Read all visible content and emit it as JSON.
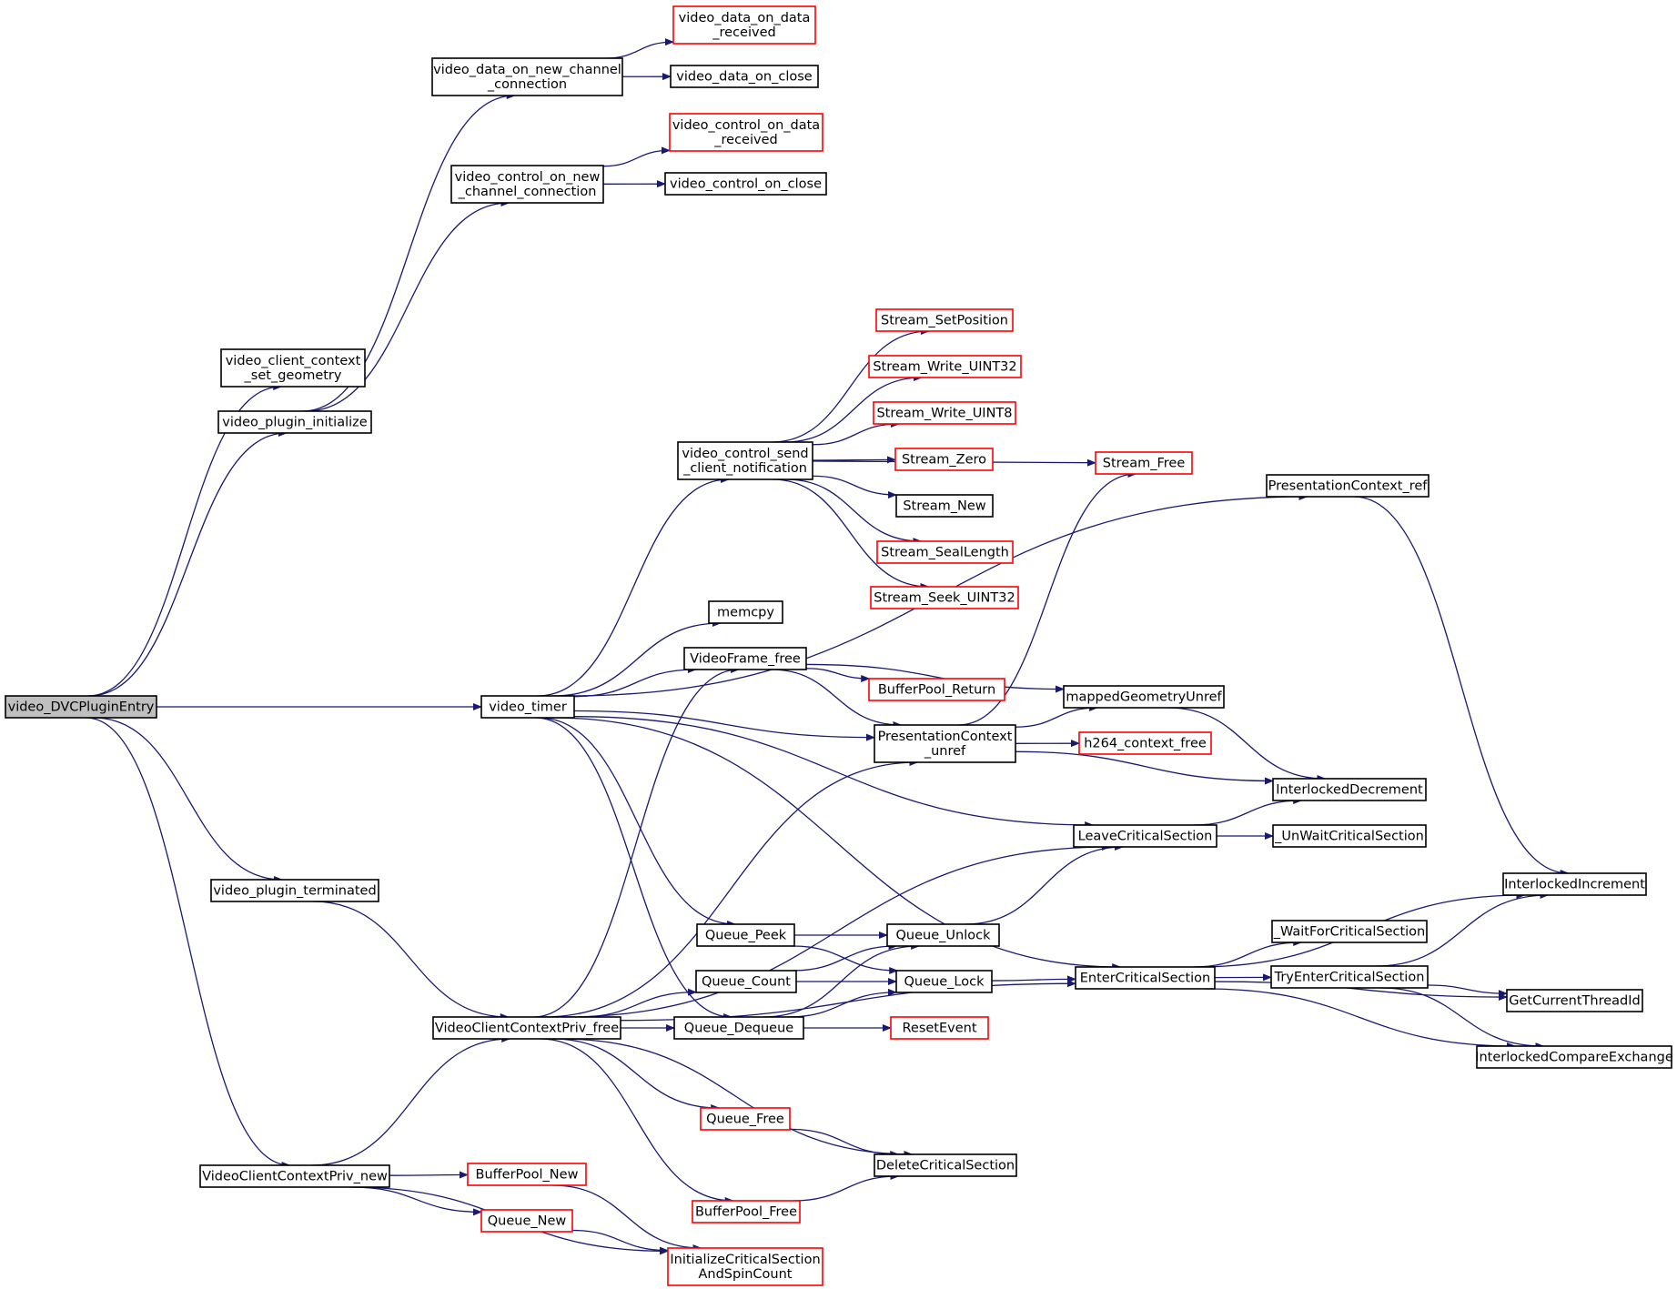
{
  "colors": {
    "edge": "#191970",
    "node_border": "#000000",
    "node_border_truncated": "#ff0000",
    "root_fill": "#bfbfbf",
    "node_fill": "#ffffff"
  },
  "nodes": [
    {
      "id": "video_DVCPluginEntry",
      "lines": [
        "video_DVCPluginEntry"
      ],
      "style": "root"
    },
    {
      "id": "video_client_context_set_geometry",
      "lines": [
        "video_client_context",
        "_set_geometry"
      ],
      "style": "normal"
    },
    {
      "id": "video_plugin_initialize",
      "lines": [
        "video_plugin_initialize"
      ],
      "style": "normal"
    },
    {
      "id": "video_timer",
      "lines": [
        "video_timer"
      ],
      "style": "normal"
    },
    {
      "id": "video_plugin_terminated",
      "lines": [
        "video_plugin_terminated"
      ],
      "style": "normal"
    },
    {
      "id": "VideoClientContextPriv_new",
      "lines": [
        "VideoClientContextPriv_new"
      ],
      "style": "normal"
    },
    {
      "id": "video_data_on_new_channel_connection",
      "lines": [
        "video_data_on_new_channel",
        "_connection"
      ],
      "style": "normal"
    },
    {
      "id": "video_control_on_new_channel_connection",
      "lines": [
        "video_control_on_new",
        "_channel_connection"
      ],
      "style": "normal"
    },
    {
      "id": "video_data_on_data_received",
      "lines": [
        "video_data_on_data",
        "_received"
      ],
      "style": "red"
    },
    {
      "id": "video_data_on_close",
      "lines": [
        "video_data_on_close"
      ],
      "style": "normal"
    },
    {
      "id": "video_control_on_data_received",
      "lines": [
        "video_control_on_data",
        "_received"
      ],
      "style": "red"
    },
    {
      "id": "video_control_on_close",
      "lines": [
        "video_control_on_close"
      ],
      "style": "normal"
    },
    {
      "id": "video_control_send_client_notification",
      "lines": [
        "video_control_send",
        "_client_notification"
      ],
      "style": "normal"
    },
    {
      "id": "Stream_SetPosition",
      "lines": [
        "Stream_SetPosition"
      ],
      "style": "red"
    },
    {
      "id": "Stream_Write_UINT32",
      "lines": [
        "Stream_Write_UINT32"
      ],
      "style": "red"
    },
    {
      "id": "Stream_Write_UINT8",
      "lines": [
        "Stream_Write_UINT8"
      ],
      "style": "red"
    },
    {
      "id": "Stream_Zero",
      "lines": [
        "Stream_Zero"
      ],
      "style": "red"
    },
    {
      "id": "Stream_New",
      "lines": [
        "Stream_New"
      ],
      "style": "normal"
    },
    {
      "id": "Stream_SealLength",
      "lines": [
        "Stream_SealLength"
      ],
      "style": "red"
    },
    {
      "id": "Stream_Seek_UINT32",
      "lines": [
        "Stream_Seek_UINT32"
      ],
      "style": "red"
    },
    {
      "id": "Stream_Free",
      "lines": [
        "Stream_Free"
      ],
      "style": "red"
    },
    {
      "id": "PresentationContext_ref",
      "lines": [
        "PresentationContext_ref"
      ],
      "style": "normal"
    },
    {
      "id": "memcpy",
      "lines": [
        "memcpy"
      ],
      "style": "normal"
    },
    {
      "id": "VideoFrame_free",
      "lines": [
        "VideoFrame_free"
      ],
      "style": "normal"
    },
    {
      "id": "BufferPool_Return",
      "lines": [
        "BufferPool_Return"
      ],
      "style": "red"
    },
    {
      "id": "mappedGeometryUnref",
      "lines": [
        "mappedGeometryUnref"
      ],
      "style": "normal"
    },
    {
      "id": "PresentationContext_unref",
      "lines": [
        "PresentationContext",
        "_unref"
      ],
      "style": "normal"
    },
    {
      "id": "h264_context_free",
      "lines": [
        "h264_context_free"
      ],
      "style": "red"
    },
    {
      "id": "InterlockedDecrement",
      "lines": [
        "InterlockedDecrement"
      ],
      "style": "normal"
    },
    {
      "id": "LeaveCriticalSection",
      "lines": [
        "LeaveCriticalSection"
      ],
      "style": "normal"
    },
    {
      "id": "_UnWaitCriticalSection",
      "lines": [
        "_UnWaitCriticalSection"
      ],
      "style": "normal"
    },
    {
      "id": "InterlockedIncrement",
      "lines": [
        "InterlockedIncrement"
      ],
      "style": "normal"
    },
    {
      "id": "_WaitForCriticalSection",
      "lines": [
        "_WaitForCriticalSection"
      ],
      "style": "normal"
    },
    {
      "id": "Queue_Peek",
      "lines": [
        "Queue_Peek"
      ],
      "style": "normal"
    },
    {
      "id": "Queue_Unlock",
      "lines": [
        "Queue_Unlock"
      ],
      "style": "normal"
    },
    {
      "id": "Queue_Count",
      "lines": [
        "Queue_Count"
      ],
      "style": "normal"
    },
    {
      "id": "Queue_Lock",
      "lines": [
        "Queue_Lock"
      ],
      "style": "normal"
    },
    {
      "id": "EnterCriticalSection",
      "lines": [
        "EnterCriticalSection"
      ],
      "style": "normal"
    },
    {
      "id": "TryEnterCriticalSection",
      "lines": [
        "TryEnterCriticalSection"
      ],
      "style": "normal"
    },
    {
      "id": "GetCurrentThreadId",
      "lines": [
        "GetCurrentThreadId"
      ],
      "style": "normal"
    },
    {
      "id": "VideoClientContextPriv_free",
      "lines": [
        "VideoClientContextPriv_free"
      ],
      "style": "normal"
    },
    {
      "id": "Queue_Dequeue",
      "lines": [
        "Queue_Dequeue"
      ],
      "style": "normal"
    },
    {
      "id": "ResetEvent",
      "lines": [
        "ResetEvent"
      ],
      "style": "red"
    },
    {
      "id": "InterlockedCompareExchange",
      "lines": [
        "InterlockedCompareExchange"
      ],
      "style": "normal"
    },
    {
      "id": "Queue_Free",
      "lines": [
        "Queue_Free"
      ],
      "style": "red"
    },
    {
      "id": "DeleteCriticalSection",
      "lines": [
        "DeleteCriticalSection"
      ],
      "style": "normal"
    },
    {
      "id": "BufferPool_New",
      "lines": [
        "BufferPool_New"
      ],
      "style": "red"
    },
    {
      "id": "BufferPool_Free",
      "lines": [
        "BufferPool_Free"
      ],
      "style": "red"
    },
    {
      "id": "Queue_New",
      "lines": [
        "Queue_New"
      ],
      "style": "red"
    },
    {
      "id": "InitializeCriticalSectionAndSpinCount",
      "lines": [
        "InitializeCriticalSection",
        "AndSpinCount"
      ],
      "style": "red"
    }
  ],
  "edges": [
    [
      "video_DVCPluginEntry",
      "video_client_context_set_geometry"
    ],
    [
      "video_DVCPluginEntry",
      "video_plugin_initialize"
    ],
    [
      "video_DVCPluginEntry",
      "video_timer"
    ],
    [
      "video_DVCPluginEntry",
      "video_plugin_terminated"
    ],
    [
      "video_DVCPluginEntry",
      "VideoClientContextPriv_new"
    ],
    [
      "video_plugin_initialize",
      "video_data_on_new_channel_connection"
    ],
    [
      "video_plugin_initialize",
      "video_control_on_new_channel_connection"
    ],
    [
      "video_data_on_new_channel_connection",
      "video_data_on_data_received"
    ],
    [
      "video_data_on_new_channel_connection",
      "video_data_on_close"
    ],
    [
      "video_control_on_new_channel_connection",
      "video_control_on_data_received"
    ],
    [
      "video_control_on_new_channel_connection",
      "video_control_on_close"
    ],
    [
      "video_timer",
      "video_control_send_client_notification"
    ],
    [
      "video_timer",
      "PresentationContext_ref"
    ],
    [
      "video_timer",
      "memcpy"
    ],
    [
      "video_timer",
      "VideoFrame_free"
    ],
    [
      "video_timer",
      "PresentationContext_unref"
    ],
    [
      "video_timer",
      "LeaveCriticalSection"
    ],
    [
      "video_timer",
      "EnterCriticalSection"
    ],
    [
      "video_timer",
      "Queue_Peek"
    ],
    [
      "video_timer",
      "Queue_Dequeue"
    ],
    [
      "video_control_send_client_notification",
      "Stream_SetPosition"
    ],
    [
      "video_control_send_client_notification",
      "Stream_Write_UINT32"
    ],
    [
      "video_control_send_client_notification",
      "Stream_Write_UINT8"
    ],
    [
      "video_control_send_client_notification",
      "Stream_Zero"
    ],
    [
      "video_control_send_client_notification",
      "Stream_New"
    ],
    [
      "video_control_send_client_notification",
      "Stream_SealLength"
    ],
    [
      "video_control_send_client_notification",
      "Stream_Seek_UINT32"
    ],
    [
      "video_control_send_client_notification",
      "Stream_Free"
    ],
    [
      "PresentationContext_ref",
      "InterlockedIncrement"
    ],
    [
      "VideoFrame_free",
      "BufferPool_Return"
    ],
    [
      "VideoFrame_free",
      "mappedGeometryUnref"
    ],
    [
      "VideoFrame_free",
      "PresentationContext_unref"
    ],
    [
      "PresentationContext_unref",
      "Stream_Free"
    ],
    [
      "PresentationContext_unref",
      "mappedGeometryUnref"
    ],
    [
      "PresentationContext_unref",
      "h264_context_free"
    ],
    [
      "PresentationContext_unref",
      "InterlockedDecrement"
    ],
    [
      "mappedGeometryUnref",
      "InterlockedDecrement"
    ],
    [
      "LeaveCriticalSection",
      "InterlockedDecrement"
    ],
    [
      "LeaveCriticalSection",
      "_UnWaitCriticalSection"
    ],
    [
      "EnterCriticalSection",
      "InterlockedIncrement"
    ],
    [
      "EnterCriticalSection",
      "_WaitForCriticalSection"
    ],
    [
      "EnterCriticalSection",
      "TryEnterCriticalSection"
    ],
    [
      "EnterCriticalSection",
      "GetCurrentThreadId"
    ],
    [
      "EnterCriticalSection",
      "InterlockedCompareExchange"
    ],
    [
      "TryEnterCriticalSection",
      "InterlockedIncrement"
    ],
    [
      "TryEnterCriticalSection",
      "GetCurrentThreadId"
    ],
    [
      "TryEnterCriticalSection",
      "InterlockedCompareExchange"
    ],
    [
      "Queue_Peek",
      "Queue_Unlock"
    ],
    [
      "Queue_Peek",
      "Queue_Lock"
    ],
    [
      "Queue_Count",
      "Queue_Unlock"
    ],
    [
      "Queue_Count",
      "Queue_Lock"
    ],
    [
      "Queue_Dequeue",
      "Queue_Unlock"
    ],
    [
      "Queue_Dequeue",
      "Queue_Lock"
    ],
    [
      "Queue_Dequeue",
      "ResetEvent"
    ],
    [
      "Queue_Unlock",
      "LeaveCriticalSection"
    ],
    [
      "Queue_Lock",
      "EnterCriticalSection"
    ],
    [
      "video_plugin_terminated",
      "VideoClientContextPriv_free"
    ],
    [
      "VideoClientContextPriv_free",
      "VideoFrame_free"
    ],
    [
      "VideoClientContextPriv_free",
      "PresentationContext_unref"
    ],
    [
      "VideoClientContextPriv_free",
      "LeaveCriticalSection"
    ],
    [
      "VideoClientContextPriv_free",
      "Queue_Count"
    ],
    [
      "VideoClientContextPriv_free",
      "Queue_Dequeue"
    ],
    [
      "VideoClientContextPriv_free",
      "EnterCriticalSection"
    ],
    [
      "VideoClientContextPriv_free",
      "Queue_Free"
    ],
    [
      "VideoClientContextPriv_free",
      "DeleteCriticalSection"
    ],
    [
      "VideoClientContextPriv_free",
      "BufferPool_Free"
    ],
    [
      "Queue_Free",
      "DeleteCriticalSection"
    ],
    [
      "BufferPool_Free",
      "DeleteCriticalSection"
    ],
    [
      "VideoClientContextPriv_new",
      "VideoClientContextPriv_free"
    ],
    [
      "VideoClientContextPriv_new",
      "BufferPool_New"
    ],
    [
      "VideoClientContextPriv_new",
      "Queue_New"
    ],
    [
      "VideoClientContextPriv_new",
      "InitializeCriticalSectionAndSpinCount"
    ],
    [
      "BufferPool_New",
      "InitializeCriticalSectionAndSpinCount"
    ],
    [
      "Queue_New",
      "InitializeCriticalSectionAndSpinCount"
    ]
  ]
}
